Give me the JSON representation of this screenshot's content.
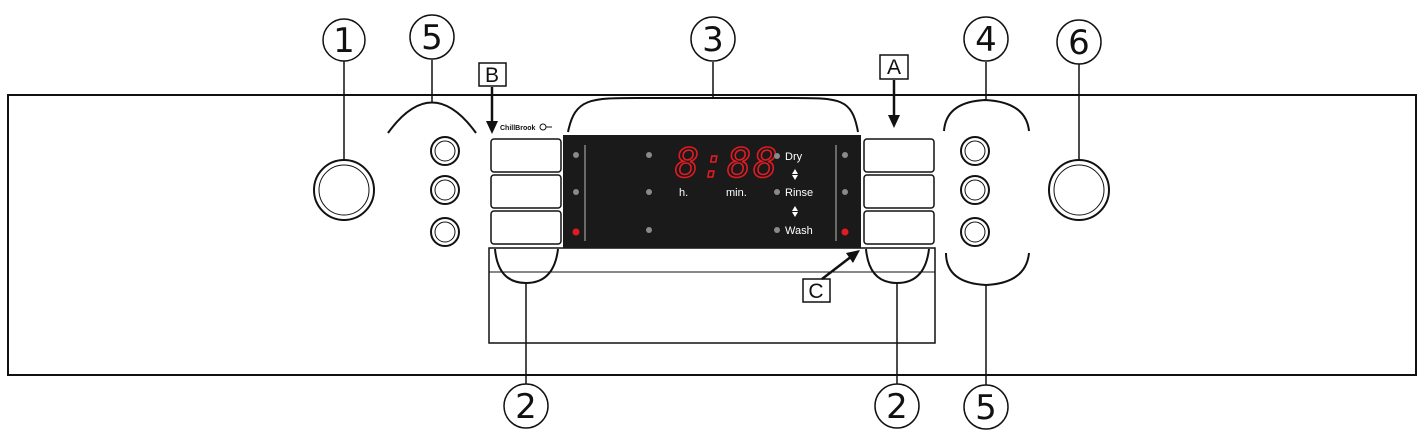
{
  "callouts": {
    "c1": "1",
    "c5_top": "5",
    "c3": "3",
    "c4": "4",
    "c6": "6",
    "c2_left": "2",
    "c2_right": "2",
    "c5_bottom": "5"
  },
  "labels": {
    "a": "A",
    "b": "B",
    "c": "C"
  },
  "display": {
    "time": "8:88",
    "hours_unit": "h.",
    "minutes_unit": "min.",
    "phases": [
      "Dry",
      "Rinse",
      "Wash"
    ],
    "brand_text": "ChillBrook"
  },
  "colors": {
    "outline": "#111111",
    "display_bg": "#1a1a1a",
    "led_red": "#e11b22",
    "led_grey": "#8a8a8a"
  }
}
